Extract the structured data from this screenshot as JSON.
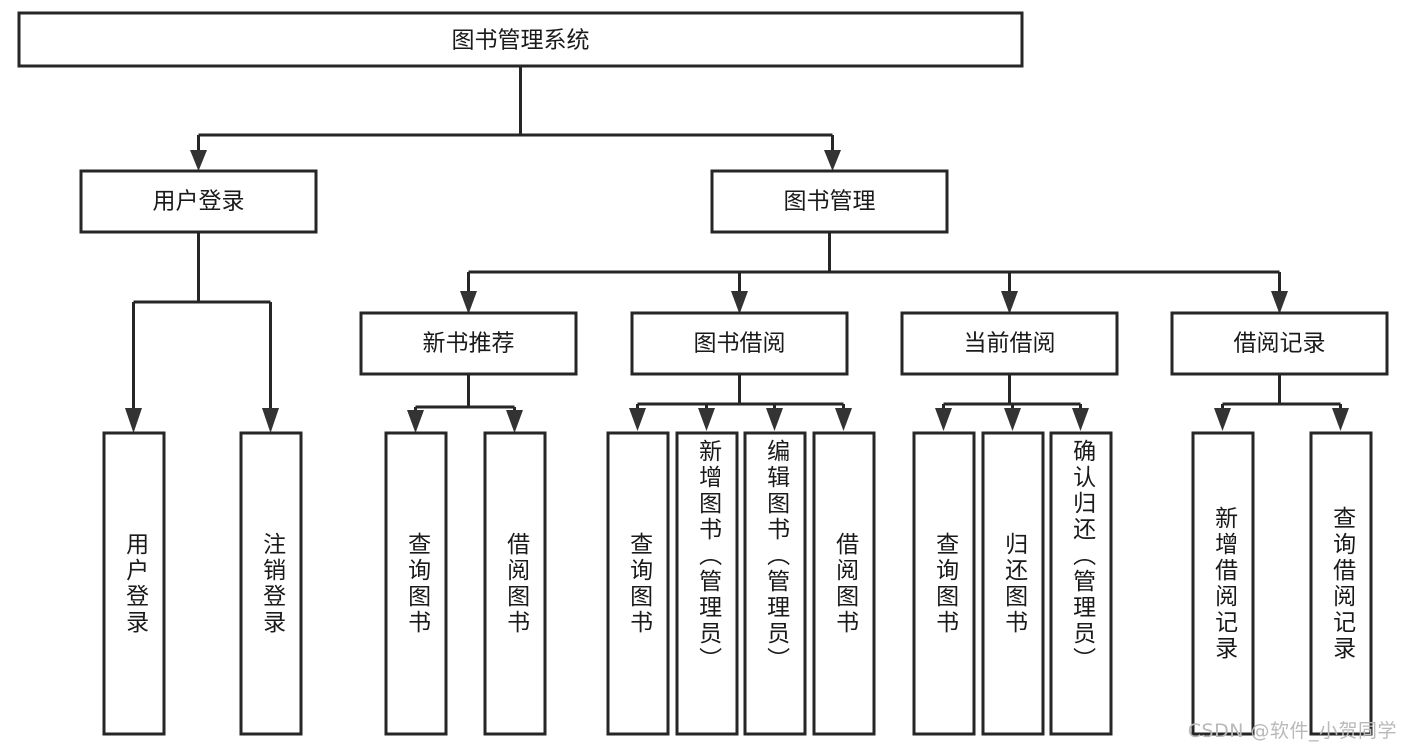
{
  "diagram": {
    "title": "图书管理系统",
    "type": "tree-hierarchy",
    "watermark": "CSDN @软件_小贺同学",
    "root": {
      "id": "root",
      "label": "图书管理系统",
      "orientation": "horizontal"
    },
    "level2": [
      {
        "id": "user-login",
        "label": "用户登录",
        "orientation": "horizontal"
      },
      {
        "id": "book-manage",
        "label": "图书管理",
        "orientation": "horizontal"
      }
    ],
    "level3": [
      {
        "id": "new-book-rec",
        "label": "新书推荐",
        "orientation": "horizontal",
        "parent": "book-manage"
      },
      {
        "id": "book-borrow",
        "label": "图书借阅",
        "orientation": "horizontal",
        "parent": "book-manage"
      },
      {
        "id": "current-borrow",
        "label": "当前借阅",
        "orientation": "horizontal",
        "parent": "book-manage"
      },
      {
        "id": "borrow-record",
        "label": "借阅记录",
        "orientation": "horizontal",
        "parent": "book-manage"
      }
    ],
    "leaves": [
      {
        "id": "leaf-user-login",
        "label": "用户登录",
        "parent": "user-login"
      },
      {
        "id": "leaf-user-logout",
        "label": "注销登录",
        "parent": "user-login"
      },
      {
        "id": "leaf-query-book-1",
        "label": "查询图书",
        "parent": "new-book-rec"
      },
      {
        "id": "leaf-borrow-book-1",
        "label": "借阅图书",
        "parent": "new-book-rec"
      },
      {
        "id": "leaf-query-book-2",
        "label": "查询图书",
        "parent": "book-borrow"
      },
      {
        "id": "leaf-add-book",
        "label": "新增图书（管理员）",
        "parent": "book-borrow"
      },
      {
        "id": "leaf-edit-book",
        "label": "编辑图书（管理员）",
        "parent": "book-borrow"
      },
      {
        "id": "leaf-borrow-book-2",
        "label": "借阅图书",
        "parent": "book-borrow"
      },
      {
        "id": "leaf-query-book-3",
        "label": "查询图书",
        "parent": "current-borrow"
      },
      {
        "id": "leaf-return-book",
        "label": "归还图书",
        "parent": "current-borrow"
      },
      {
        "id": "leaf-confirm-return",
        "label": "确认归还（管理员）",
        "parent": "current-borrow"
      },
      {
        "id": "leaf-add-record",
        "label": "新增借阅记录",
        "parent": "borrow-record"
      },
      {
        "id": "leaf-query-record",
        "label": "查询借阅记录",
        "parent": "borrow-record"
      }
    ],
    "colors": {
      "stroke": "#262626",
      "fill": "#ffffff",
      "text": "#1a1a1a",
      "watermark": "#b9b9b9",
      "background": "#ffffff"
    }
  }
}
